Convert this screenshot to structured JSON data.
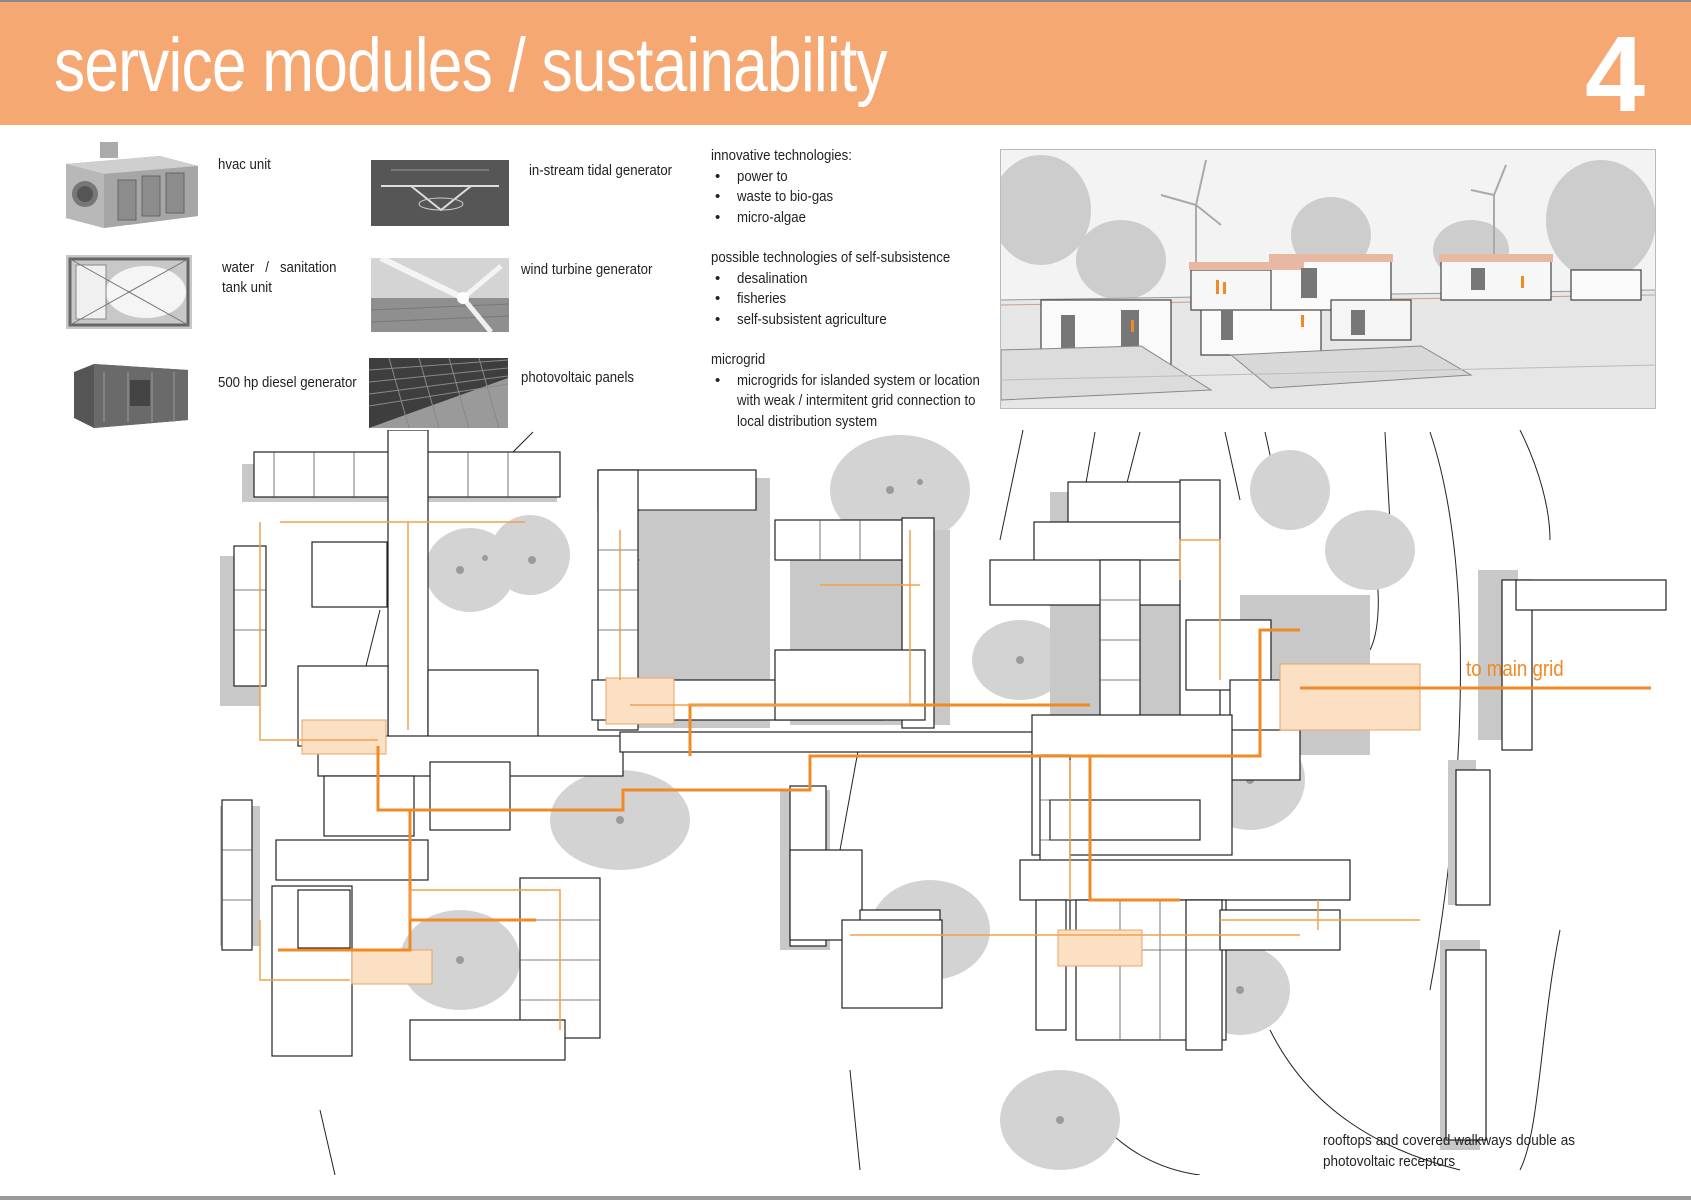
{
  "header": {
    "title": "service modules / sustainability",
    "page_number": "4"
  },
  "modules": {
    "hvac": "hvac unit",
    "water_line1": "water   /   sanitation",
    "water_line2": "tank unit",
    "diesel": "500 hp diesel generator",
    "tidal": "in-stream tidal generator",
    "wind": "wind turbine generator",
    "pv": "photovoltaic panels"
  },
  "tech": {
    "innovative_heading": "innovative technologies:",
    "innovative_items": [
      "power to",
      "waste to bio-gas",
      "micro-algae"
    ],
    "self_heading": "possible technologies of self-subsistence",
    "self_items": [
      "desalination",
      "fisheries",
      "self-subsistent agriculture"
    ],
    "microgrid_heading": "microgrid",
    "microgrid_item_lines": [
      "microgrids for islanded system or location",
      "with weak / intermitent grid connection to",
      "local distribution system"
    ]
  },
  "plan": {
    "grid_label": "to main grid",
    "note": "rooftops and covered walkways double as photovoltaic receptors"
  },
  "colors": {
    "header": "#f6a873",
    "grid_line": "#f08a24",
    "module_fill": "#fbe0c4"
  }
}
